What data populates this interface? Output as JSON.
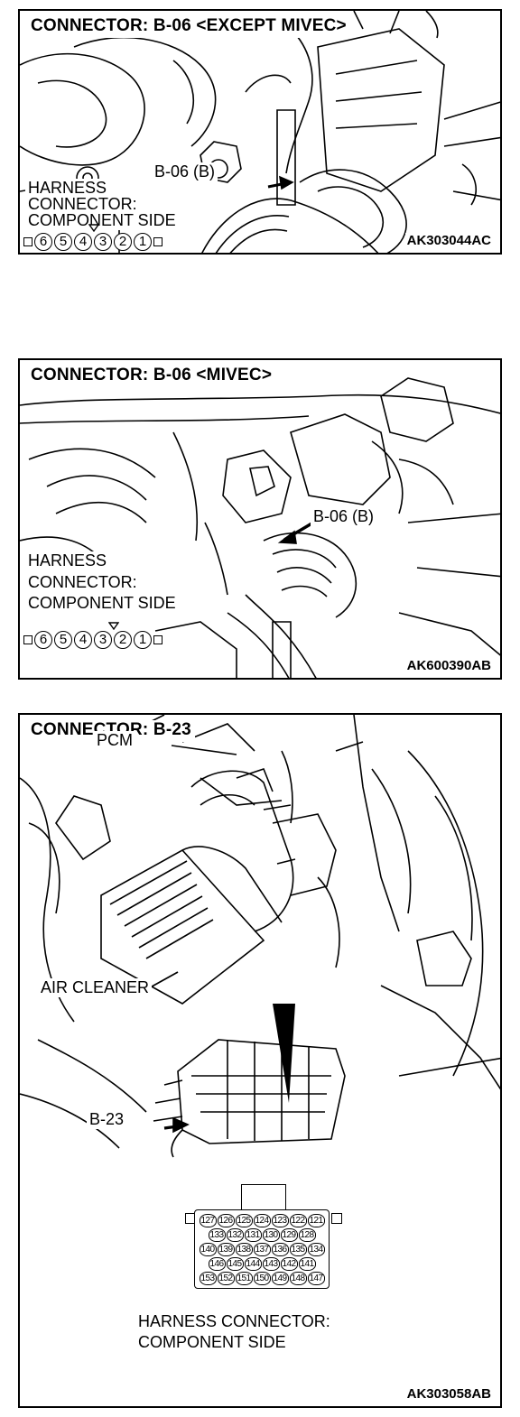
{
  "panels": [
    {
      "title": "CONNECTOR: B-06 <EXCEPT MIVEC>",
      "pointer_label": "B-06 (B)",
      "harness_lines": [
        "HARNESS",
        "CONNECTOR:",
        "COMPONENT SIDE"
      ],
      "pins": [
        "6",
        "5",
        "4",
        "3",
        "2",
        "1"
      ],
      "code": "AK303044AC"
    },
    {
      "title": "CONNECTOR: B-06 <MIVEC>",
      "pointer_label": "B-06 (B)",
      "harness_lines": [
        "HARNESS",
        "CONNECTOR:",
        "COMPONENT SIDE"
      ],
      "pins": [
        "6",
        "5",
        "4",
        "3",
        "2",
        "1"
      ],
      "code": "AK600390AB"
    },
    {
      "title": "CONNECTOR: B-23",
      "pcm_label": "PCM",
      "air_cleaner_label": "AIR CLEANER",
      "pointer_label": "B-23",
      "connector_rows": [
        [
          "127",
          "126",
          "125",
          "124",
          "123",
          "122",
          "121"
        ],
        [
          "133",
          "132",
          "131",
          "130",
          "129",
          "128"
        ],
        [
          "140",
          "139",
          "138",
          "137",
          "136",
          "135",
          "134"
        ],
        [
          "146",
          "145",
          "144",
          "143",
          "142",
          "141"
        ],
        [
          "153",
          "152",
          "151",
          "150",
          "149",
          "148",
          "147"
        ]
      ],
      "harness_lines": [
        "HARNESS CONNECTOR:",
        "COMPONENT SIDE"
      ],
      "code": "AK303058AB"
    }
  ]
}
